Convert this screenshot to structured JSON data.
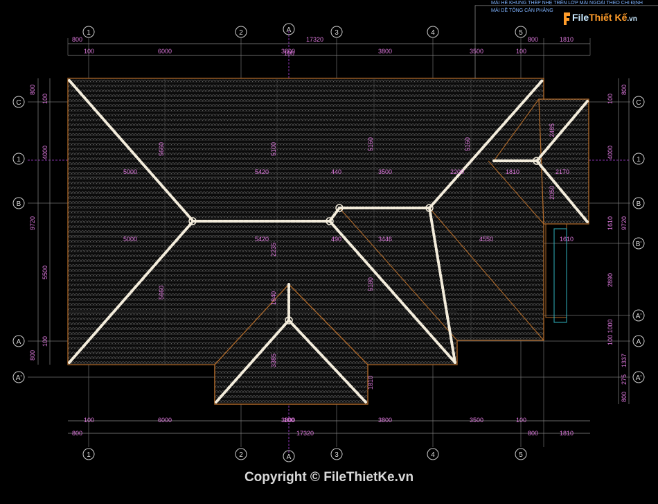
{
  "grid_axes": {
    "columns": [
      "1",
      "2",
      "A",
      "3",
      "4",
      "5"
    ],
    "rows_left": [
      "C",
      "1",
      "B",
      "A",
      "A'"
    ],
    "rows_right": [
      "C",
      "1",
      "B",
      "B'",
      "A'",
      "A",
      "A'"
    ]
  },
  "dimensions": {
    "top_total": "17320",
    "top_segments": [
      "800",
      "6000",
      "3800",
      "3800",
      "3500",
      "800",
      "1810"
    ],
    "top_small": [
      "100",
      "100",
      "100"
    ],
    "bottom_total": "17320",
    "bottom_segments": [
      "800",
      "6000",
      "3800",
      "3800",
      "3500",
      "800",
      "1810"
    ],
    "bottom_small": [
      "100",
      "100",
      "100"
    ],
    "left": [
      "800",
      "100",
      "4000",
      "9720",
      "5500",
      "100",
      "800"
    ],
    "right": [
      "800",
      "100",
      "4000",
      "1610",
      "9720",
      "2890",
      "100 1000",
      "1337",
      "275",
      "800"
    ],
    "inner": [
      "5000",
      "5420",
      "440",
      "3500",
      "2200",
      "1810",
      "2170",
      "5000",
      "5420",
      "490",
      "3446",
      "4550",
      "1610",
      "5660",
      "5660",
      "5100",
      "5160",
      "5180",
      "5160",
      "2235",
      "1840",
      "3385",
      "1810",
      "2485",
      "2050"
    ]
  },
  "notes": [
    "MÁI HẺ KHUNG THÉP NHẸ TRÊN LỚP MÁI NGOÀI THEO CHI ĐỊNH",
    "MÁI DỀ TÔNG CÁN PHẲNG"
  ],
  "logo": {
    "a": "File",
    "b": "Thiết Kế",
    "c": ".vn"
  },
  "copyright": "Copyright © FileThietKe.vn",
  "colors": {
    "background": "#000000",
    "dimension": "#e07ae0",
    "roof_edge": "#b06a2a",
    "ridge": "#f4eddc",
    "grid": "#7a7a7a",
    "axis_magenta": "#c040e0"
  }
}
